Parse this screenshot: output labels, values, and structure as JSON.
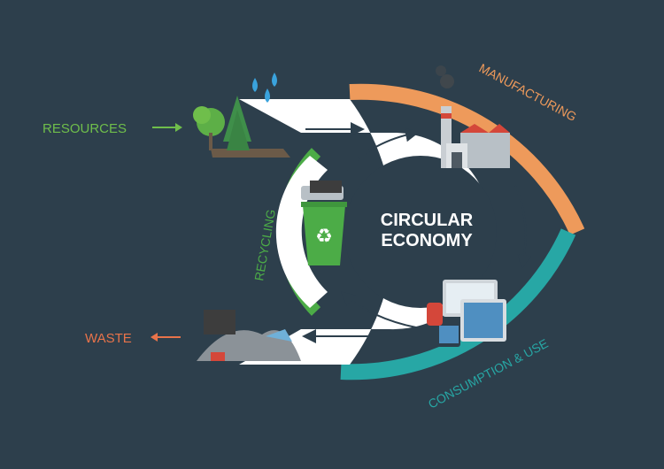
{
  "diagram": {
    "center_title_line1": "CIRCULAR",
    "center_title_line2": "ECONOMY",
    "stages": {
      "resources": "RESOURCES",
      "waste": "WASTE",
      "manufacturing": "MANUFACTURING",
      "consumption": "CONSUMPTION & USE",
      "recycling": "RECYCLING"
    },
    "colors": {
      "background": "#2d3f4c",
      "band": "#ffffff",
      "resources": "#6fbe4b",
      "waste": "#e8734a",
      "manufacturing": "#ee9a5b",
      "consumption": "#27a7a5",
      "recycling": "#4cac47"
    },
    "icons": [
      "trees-icon",
      "water-drops-icon",
      "factory-icon",
      "devices-icon",
      "recycle-bin-icon",
      "waste-pile-icon"
    ]
  }
}
